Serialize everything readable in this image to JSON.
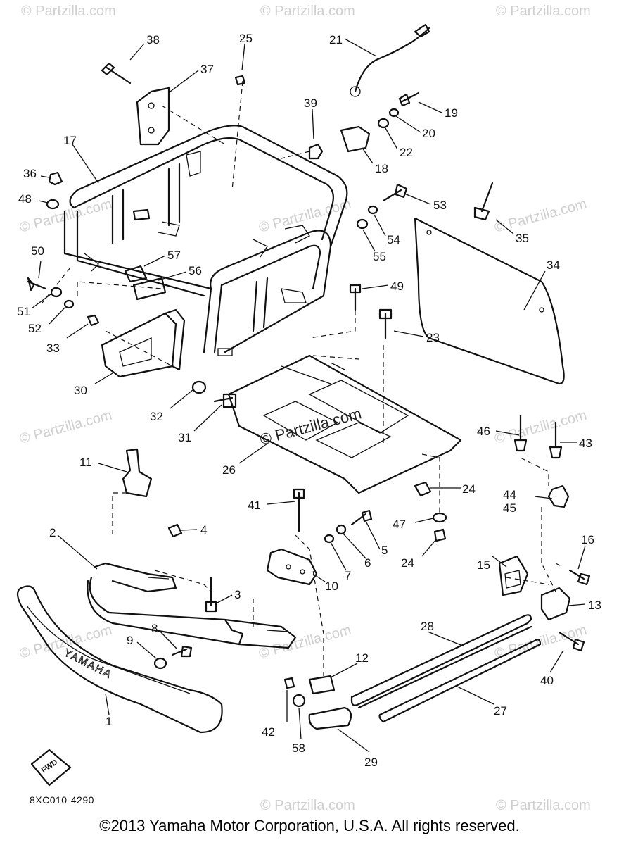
{
  "watermarks": [
    "© Partzilla.com",
    "© Partzilla.com",
    "© Partzilla.com",
    "© Partzilla.com",
    "© Partzilla.com",
    "© Partzilla.com",
    "© Partzilla.com",
    "© Partzilla.com",
    "© Partzilla.com",
    "© Partzilla.com",
    "© Partzilla.com",
    "© Partzilla.com",
    "© Partzilla.com"
  ],
  "center_watermark": "© Partzilla.com",
  "bumper_text": "YAMAHA",
  "fwd_label": "FWD",
  "part_labels": [
    "38",
    "37",
    "25",
    "21",
    "39",
    "19",
    "20",
    "22",
    "18",
    "17",
    "36",
    "48",
    "53",
    "54",
    "55",
    "35",
    "34",
    "50",
    "57",
    "56",
    "49",
    "51",
    "52",
    "33",
    "23",
    "30",
    "32",
    "31",
    "26",
    "11",
    "46",
    "43",
    "44",
    "45",
    "41",
    "24",
    "2",
    "4",
    "47",
    "5",
    "6",
    "7",
    "24",
    "10",
    "3",
    "15",
    "16",
    "13",
    "8",
    "9",
    "28",
    "12",
    "40",
    "1",
    "27",
    "42",
    "58",
    "29"
  ],
  "diagram_code": "8XC010-4290",
  "copyright": "©2013 Yamaha Motor Corporation, U.S.A. All rights reserved."
}
